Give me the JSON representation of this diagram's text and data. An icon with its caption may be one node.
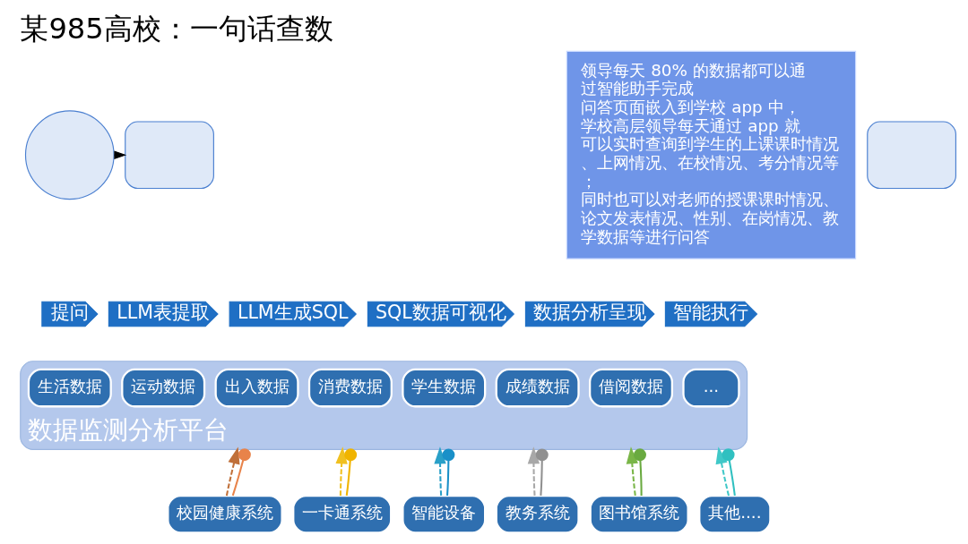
{
  "diagram": {
    "title": "某985高校：一句话查数",
    "nodes": [
      {
        "text": [],
        "shape": "circle"
      },
      {
        "text": [],
        "shape": "box"
      },
      {
        "text": [],
        "shape": "box"
      },
      {
        "text": [
          "提问"
        ]
      },
      {
        "text": [
          "LLM表提取"
        ]
      },
      {
        "text": [
          "LLM生成SQL"
        ]
      },
      {
        "text": [
          "SQL数据可视化"
        ]
      },
      {
        "text": [
          "数据分析呈现"
        ]
      },
      {
        "text": [
          "智能执行"
        ]
      },
      {
        "text": [
          "数据监测分析平台"
        ]
      },
      {
        "text": [
          "生活数据"
        ],
        "in": 9
      },
      {
        "text": [
          "运动数据"
        ],
        "in": 9
      },
      {
        "text": [
          "出入数据"
        ],
        "in": 9
      },
      {
        "text": [
          "消费数据"
        ],
        "in": 9
      },
      {
        "text": [
          "学生数据"
        ],
        "in": 9
      },
      {
        "text": [
          "成绩数据"
        ],
        "in": 9
      },
      {
        "text": [
          "借阅数据"
        ],
        "in": 9
      },
      {
        "text": [
          "..."
        ],
        "in": 9
      },
      {
        "text": [
          "校园健康系统"
        ]
      },
      {
        "text": [
          "一卡通系统"
        ]
      },
      {
        "text": [
          "智能设备"
        ]
      },
      {
        "text": [
          "教务系统"
        ]
      },
      {
        "text": [
          "图书馆系统"
        ]
      },
      {
        "text": [
          "其他...."
        ]
      },
      {
        "text": [
          "领导每天 80% 的数据都可以通过智能助手完成",
          "问答页面嵌入到学校 app 中，学校高层领导每天通过 app 就可以实时查询到学生的上课课时情况、上网情况、在校情况、考分情况等；",
          "同时也可以对老师的授课课时情况、论文发表情况、性别、在岗情况、教学数据等进行问答"
        ]
      }
    ],
    "edges": [
      {
        "from": 0,
        "to": 1,
        "arrow": "to"
      },
      {
        "from": 18,
        "to": 9,
        "arrow": "to",
        "style": "dashed",
        "color": "#c0703a"
      },
      {
        "from": 18,
        "to": 9,
        "arrow": "other",
        "color": "#e8834a"
      },
      {
        "from": 19,
        "to": 9,
        "arrow": "to",
        "style": "dashed",
        "color": "#f0c020"
      },
      {
        "from": 19,
        "to": 9,
        "arrow": "other",
        "color": "#f0b400"
      },
      {
        "from": 20,
        "to": 9,
        "arrow": "to",
        "style": "dashed",
        "color": "#2aa0c8"
      },
      {
        "from": 20,
        "to": 9,
        "arrow": "other",
        "color": "#1a90c8"
      },
      {
        "from": 21,
        "to": 9,
        "arrow": "to",
        "style": "dashed",
        "color": "#a8a8a8"
      },
      {
        "from": 21,
        "to": 9,
        "arrow": "other",
        "color": "#909090"
      },
      {
        "from": 22,
        "to": 9,
        "arrow": "to",
        "style": "dashed",
        "color": "#7ab648"
      },
      {
        "from": 22,
        "to": 9,
        "arrow": "other",
        "color": "#6aaa40"
      },
      {
        "from": 23,
        "to": 9,
        "arrow": "to",
        "style": "dashed",
        "color": "#40c8c8"
      },
      {
        "from": 23,
        "to": 9,
        "arrow": "other",
        "color": "#30c0c0"
      }
    ]
  }
}
